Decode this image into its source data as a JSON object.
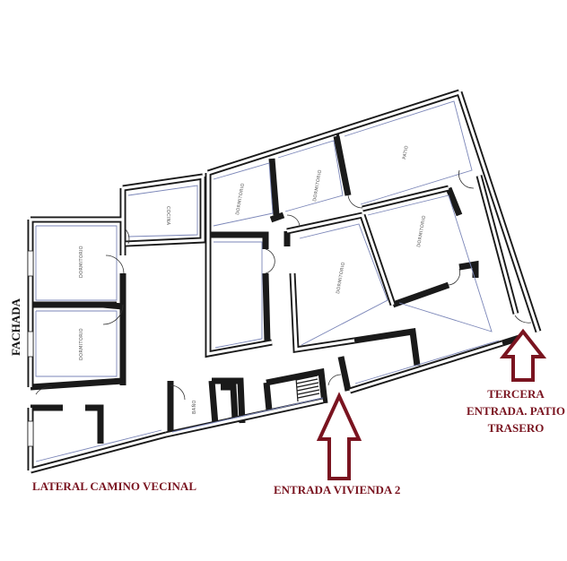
{
  "labels": {
    "fachada": "FACHADA",
    "lateral": "LATERAL CAMINO VECINAL",
    "entrada": "ENTRADA VIVIENDA 2",
    "tercera": "TERCERA\nENTRADA. PATIO\nTRASERO"
  },
  "rooms": {
    "dorm_1": "DORMITORIO",
    "dorm_2": "DORMITORIO",
    "cocina": "COCINA",
    "dorm_3": "DORMITORIO",
    "dorm_4": "DORMITORIO",
    "patio": "PATIO",
    "dorm_5": "DORMITORIO",
    "dorm_6": "DORMITORIO",
    "bano": "BAÑO"
  },
  "colors": {
    "accent": "#7a1420",
    "wall": "#1a1a1a",
    "dimension": "#7b86b8"
  }
}
